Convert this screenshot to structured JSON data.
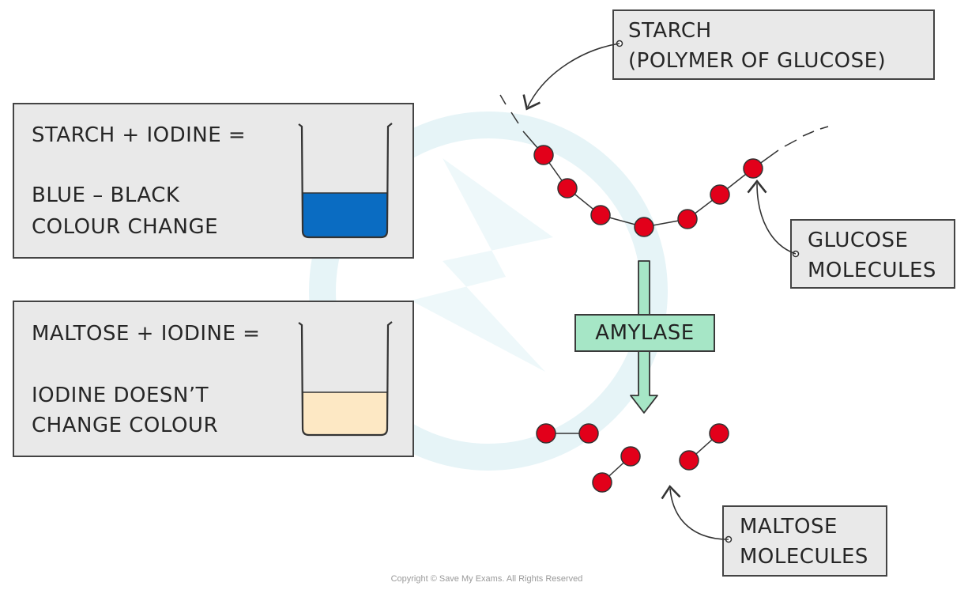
{
  "colors": {
    "box_fill": "#e9e9e9",
    "molecule_red": "#e2001a",
    "blue_black_solution": "#0a6cc2",
    "pale_solution": "#fde8c4",
    "amylase_arrow": "#a6e6c6",
    "watermark": "#e3f3f6"
  },
  "starch_box": {
    "line1": "STARCH + IODINE =",
    "line2": "BLUE – BLACK",
    "line3": "COLOUR   CHANGE"
  },
  "maltose_box": {
    "line1": "MALTOSE + IODINE =",
    "line2": "IODINE  DOESN’T",
    "line3": "CHANGE  COLOUR"
  },
  "labels": {
    "starch_line1": "STARCH",
    "starch_line2": "(POLYMER  OF  GLUCOSE)",
    "glucose_line1": "GLUCOSE",
    "glucose_line2": "MOLECULES",
    "enzyme": "AMYLASE",
    "maltose_line1": "MALTOSE",
    "maltose_line2": "MOLECULES"
  },
  "icons": {
    "beaker_blue": "beaker-icon",
    "beaker_pale": "beaker-icon",
    "watermark": "logo-watermark"
  },
  "footer": {
    "copyright": "Copyright © Save My Exams. All Rights Reserved"
  }
}
